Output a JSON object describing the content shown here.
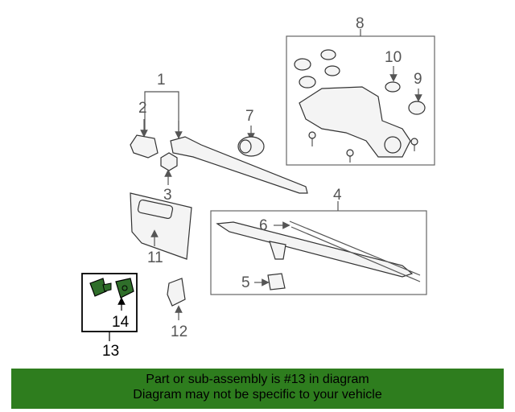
{
  "callouts": {
    "c1": "1",
    "c2": "2",
    "c3": "3",
    "c4": "4",
    "c5": "5",
    "c6": "6",
    "c7": "7",
    "c8": "8",
    "c9": "9",
    "c10": "10",
    "c11": "11",
    "c12": "12",
    "c13": "13",
    "c14": "14"
  },
  "banner": {
    "line1": "Part or sub-assembly is #13 in diagram",
    "line2": "Diagram may not be specific to your vehicle"
  },
  "colors": {
    "banner_bg": "#2e7d1e",
    "highlight_part": "#2f6e2a"
  }
}
